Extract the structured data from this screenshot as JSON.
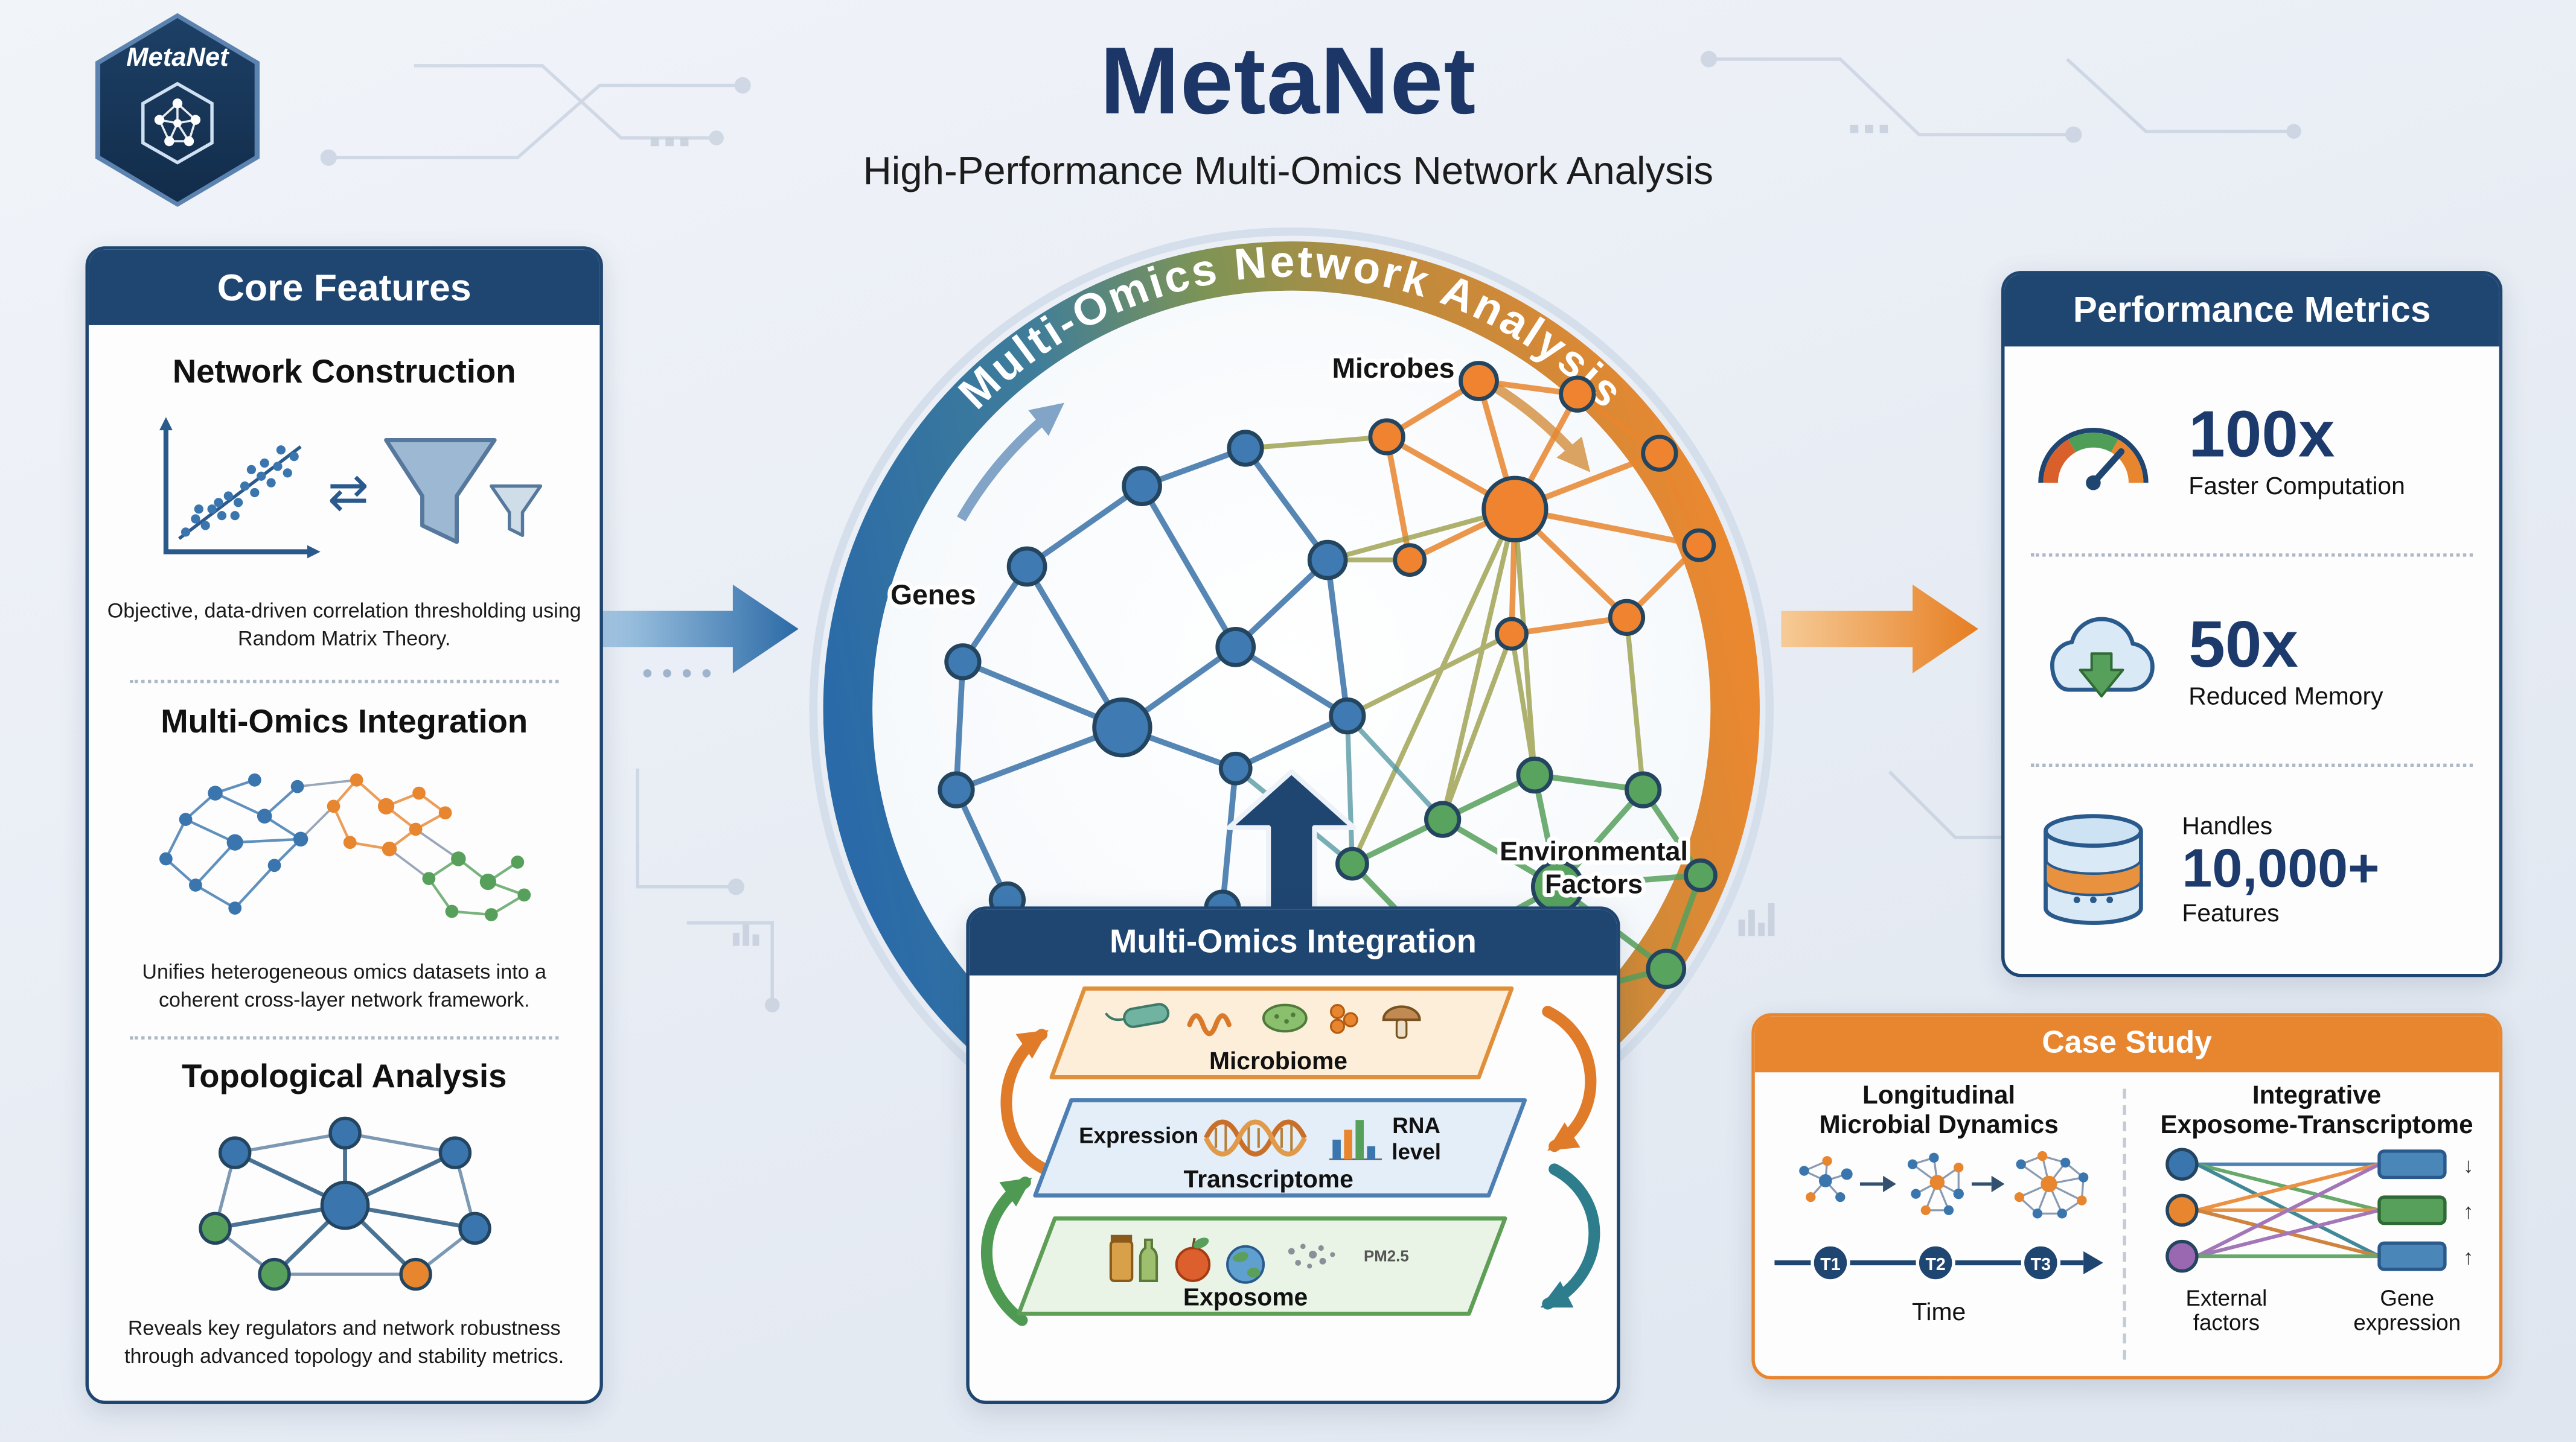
{
  "header": {
    "logo_text": "MetaNet",
    "title": "MetaNet",
    "subtitle": "High-Performance Multi-Omics Network Analysis"
  },
  "core_features": {
    "title": "Core Features",
    "features": [
      {
        "heading": "Network Construction",
        "icon": "scatter-funnel-icon",
        "description": "Objective, data-driven correlation thresholding using Random Matrix Theory."
      },
      {
        "heading": "Multi-Omics Integration",
        "icon": "multi-cluster-network-icon",
        "description": "Unifies heterogeneous omics datasets into a coherent cross-layer network framework."
      },
      {
        "heading": "Topological Analysis",
        "icon": "hub-network-icon",
        "description": "Reveals key regulators and network robustness through advanced topology and stability metrics."
      }
    ]
  },
  "central_network": {
    "ring_label": "Multi-Omics Network Analysis",
    "cluster_labels": {
      "genes": "Genes",
      "microbes": "Microbes",
      "environment_line1": "Environmental",
      "environment_line2": "Factors"
    }
  },
  "integration_panel": {
    "title": "Multi-Omics Integration",
    "microbiome_label": "Microbiome",
    "expression_label": "Expression",
    "rna_label_line1": "RNA",
    "rna_label_line2": "level",
    "transcriptome_label": "Transcriptome",
    "exposome_label": "Exposome",
    "pm_label": "PM2.5"
  },
  "performance_metrics": {
    "title": "Performance Metrics",
    "metrics": [
      {
        "icon": "speedometer-icon",
        "value": "100x",
        "label": "Faster Computation"
      },
      {
        "icon": "cloud-download-icon",
        "value": "50x",
        "label": "Reduced Memory"
      },
      {
        "icon": "database-icon",
        "prefix": "Handles",
        "value": "10,000+",
        "suffix": "Features"
      }
    ]
  },
  "case_study": {
    "title": "Case Study",
    "longitudinal": {
      "heading_line1": "Longitudinal",
      "heading_line2": "Microbial Dynamics",
      "timepoints": [
        "T1",
        "T2",
        "T3"
      ],
      "axis_label": "Time"
    },
    "integrative": {
      "heading_line1": "Integrative",
      "heading_line2": "Exposome-Transcriptome",
      "source_label_line1": "External",
      "source_label_line2": "factors",
      "target_label_line1": "Gene",
      "target_label_line2": "expression"
    }
  },
  "colors": {
    "navy": "#1f4571",
    "orange": "#e8862f",
    "blue": "#3a76ad",
    "green": "#57a05c"
  },
  "icons": {
    "swap_arrows": "⇄",
    "down_arrow": "↓",
    "up_arrow": "↑"
  }
}
